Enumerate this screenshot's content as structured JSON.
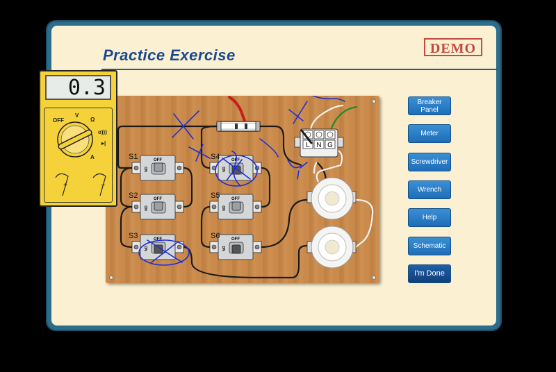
{
  "header": {
    "title": "Practice Exercise",
    "demo_badge": "DEMO"
  },
  "meter": {
    "reading": "0.3",
    "dial_labels": {
      "off": "OFF",
      "volts": "V",
      "ohms": "Ω",
      "amps": "A",
      "continuity": "o)))",
      "diode": "▸|"
    },
    "probe_labels": {
      "positive": "+",
      "negative": "−"
    }
  },
  "switches": [
    {
      "label": "S1",
      "state": "OFF"
    },
    {
      "label": "S2",
      "state": "OFF"
    },
    {
      "label": "S3",
      "state": "ON"
    },
    {
      "label": "S4",
      "state": "ON"
    },
    {
      "label": "S5",
      "state": "OFF"
    },
    {
      "label": "S6",
      "state": "ON"
    }
  ],
  "switch_text": {
    "off": "OFF",
    "on": "ON"
  },
  "terminal_block": {
    "labels": [
      "L",
      "N",
      "G"
    ]
  },
  "buttons": {
    "breaker_panel": "Breaker Panel",
    "meter": "Meter",
    "screwdriver": "Screwdriver",
    "wrench": "Wrench",
    "help": "Help",
    "schematic": "Schematic",
    "done": "I'm Done"
  },
  "colors": {
    "frame": "#2a6d8c",
    "panel": "#fbf0d2",
    "title": "#1a4a8c",
    "demo": "#c24a40",
    "button": "#2a7fc8",
    "meter": "#f6d23a",
    "annotation": "#1e2fd6",
    "probe_red": "#c81e1e"
  }
}
